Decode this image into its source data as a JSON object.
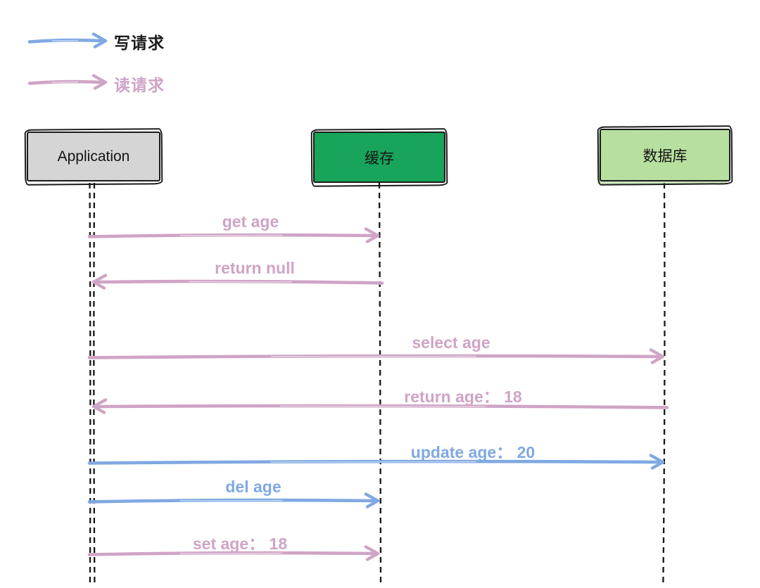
{
  "legend": {
    "items": [
      {
        "id": "write",
        "label": "写请求",
        "arrow_color": "#7FA9E3",
        "text_color": "#1b1b1b"
      },
      {
        "id": "read",
        "label": "读请求",
        "arrow_color": "#CFA4C5",
        "text_color": "#CFA4C5"
      }
    ]
  },
  "actors": [
    {
      "id": "application",
      "label": "Application",
      "fill": "#D5D5D5"
    },
    {
      "id": "cache",
      "label": "缓存",
      "fill": "#18A45B"
    },
    {
      "id": "database",
      "label": "数据库",
      "fill": "#B6DFA0"
    }
  ],
  "messages": [
    {
      "label": "get age",
      "from": "application",
      "to": "cache",
      "type": "read"
    },
    {
      "label": "return null",
      "from": "cache",
      "to": "application",
      "type": "read"
    },
    {
      "label": "select age",
      "from": "application",
      "to": "database",
      "type": "read"
    },
    {
      "label": "return age： 18",
      "from": "database",
      "to": "application",
      "type": "read"
    },
    {
      "label": "update age： 20",
      "from": "application",
      "to": "database",
      "type": "write"
    },
    {
      "label": "del age",
      "from": "application",
      "to": "cache",
      "type": "write"
    },
    {
      "label": "set age： 18",
      "from": "application",
      "to": "cache",
      "type": "read"
    }
  ],
  "colors": {
    "read": "#CFA4C5",
    "write": "#7FA9E3",
    "lifeline": "#161616",
    "border": "#1b1b1b"
  }
}
